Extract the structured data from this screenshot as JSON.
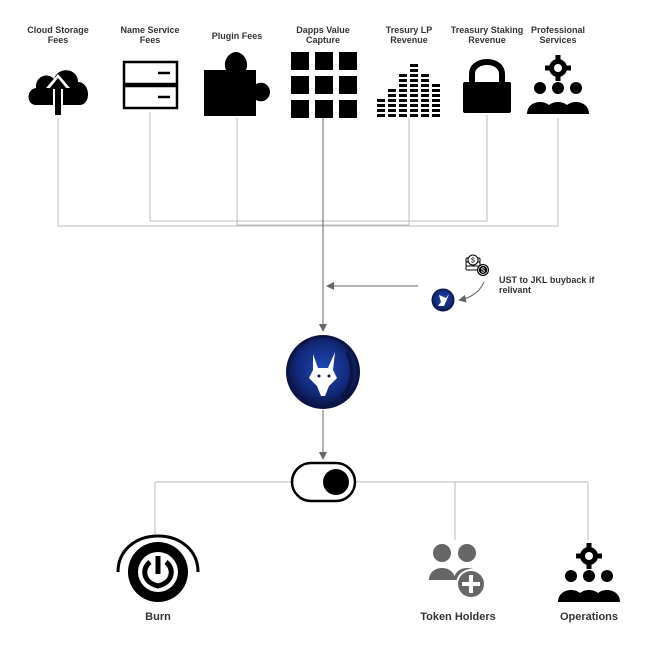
{
  "sources": [
    {
      "id": "cloud-storage",
      "label": "Cloud Storage Fees",
      "icon": "cloud-upload-icon"
    },
    {
      "id": "name-service",
      "label": "Name Service Fees",
      "icon": "server-icon"
    },
    {
      "id": "plugin",
      "label": "Plugin Fees",
      "icon": "puzzle-piece-icon"
    },
    {
      "id": "dapps",
      "label": "Dapps Value Capture",
      "icon": "grid-icon"
    },
    {
      "id": "tresury-lp",
      "label": "Tresury LP Revenue",
      "icon": "equalizer-bars-icon"
    },
    {
      "id": "treasury-staking",
      "label": "Treasury Staking Revenue",
      "icon": "lock-icon"
    },
    {
      "id": "professional",
      "label": "Professional Services",
      "icon": "people-gear-icon"
    }
  ],
  "buyback": {
    "label": "UST to JKL buyback if relivant",
    "icons": [
      "coins-icon",
      "jackal-coin-small-icon"
    ]
  },
  "hub": {
    "icon": "jackal-coin-logo-icon"
  },
  "switch": {
    "icon": "toggle-switch-icon"
  },
  "outputs": [
    {
      "id": "burn",
      "label": "Burn",
      "icon": "burn-icon"
    },
    {
      "id": "token-holders",
      "label": "Token Holders",
      "icon": "users-plus-icon"
    },
    {
      "id": "operations",
      "label": "Operations",
      "icon": "people-gear-icon"
    }
  ],
  "colors": {
    "line": "#bbbbbb",
    "arrow": "#666666",
    "icon": "#000000",
    "label": "#333333",
    "coin_dark": "#0b1a4a",
    "coin_mid": "#1a3a9e",
    "user_icon": "#666666"
  }
}
